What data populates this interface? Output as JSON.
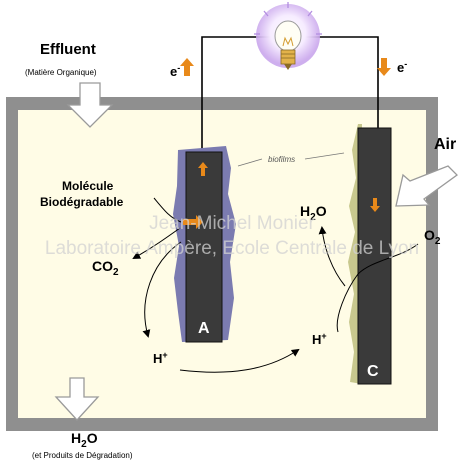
{
  "labels": {
    "effluent": "Effluent",
    "matiere_organique": "(Matière Organique)",
    "electron_left": "e",
    "electron_right": "e",
    "electron_sup": "-",
    "air": "Air",
    "biofilms": "biofilms",
    "molecule_line1": "Molécule",
    "molecule_line2": "Biodégradable",
    "h2o_right": "H",
    "h2o_right_sub": "2",
    "h2o_right_o": "O",
    "o2": "O",
    "o2_sub": "2",
    "co2": "CO",
    "co2_sub": "2",
    "anode_letter": "A",
    "cathode_letter": "C",
    "h_plus_left": "H",
    "h_plus_right": "H",
    "plus": "+",
    "h2o_bottom": "H",
    "h2o_bottom_sub": "2",
    "h2o_bottom_o": "O",
    "produits_degradation": "(et Produits de Dégradation)"
  },
  "watermark": {
    "line1": "Jean-Michel Monier",
    "line2": "Laboratoire Ampère, Ecole Centrale de Lyon"
  },
  "colors": {
    "tank_wall": "#8f8f8f",
    "liquid": "#fffce6",
    "electrode": "#3a3a3a",
    "anode_biofilm": "#7b7bb0",
    "cathode_biofilm": "#c8c88e",
    "electron_arrow": "#e8891a",
    "bulb_glow": "#c9a6ec"
  }
}
